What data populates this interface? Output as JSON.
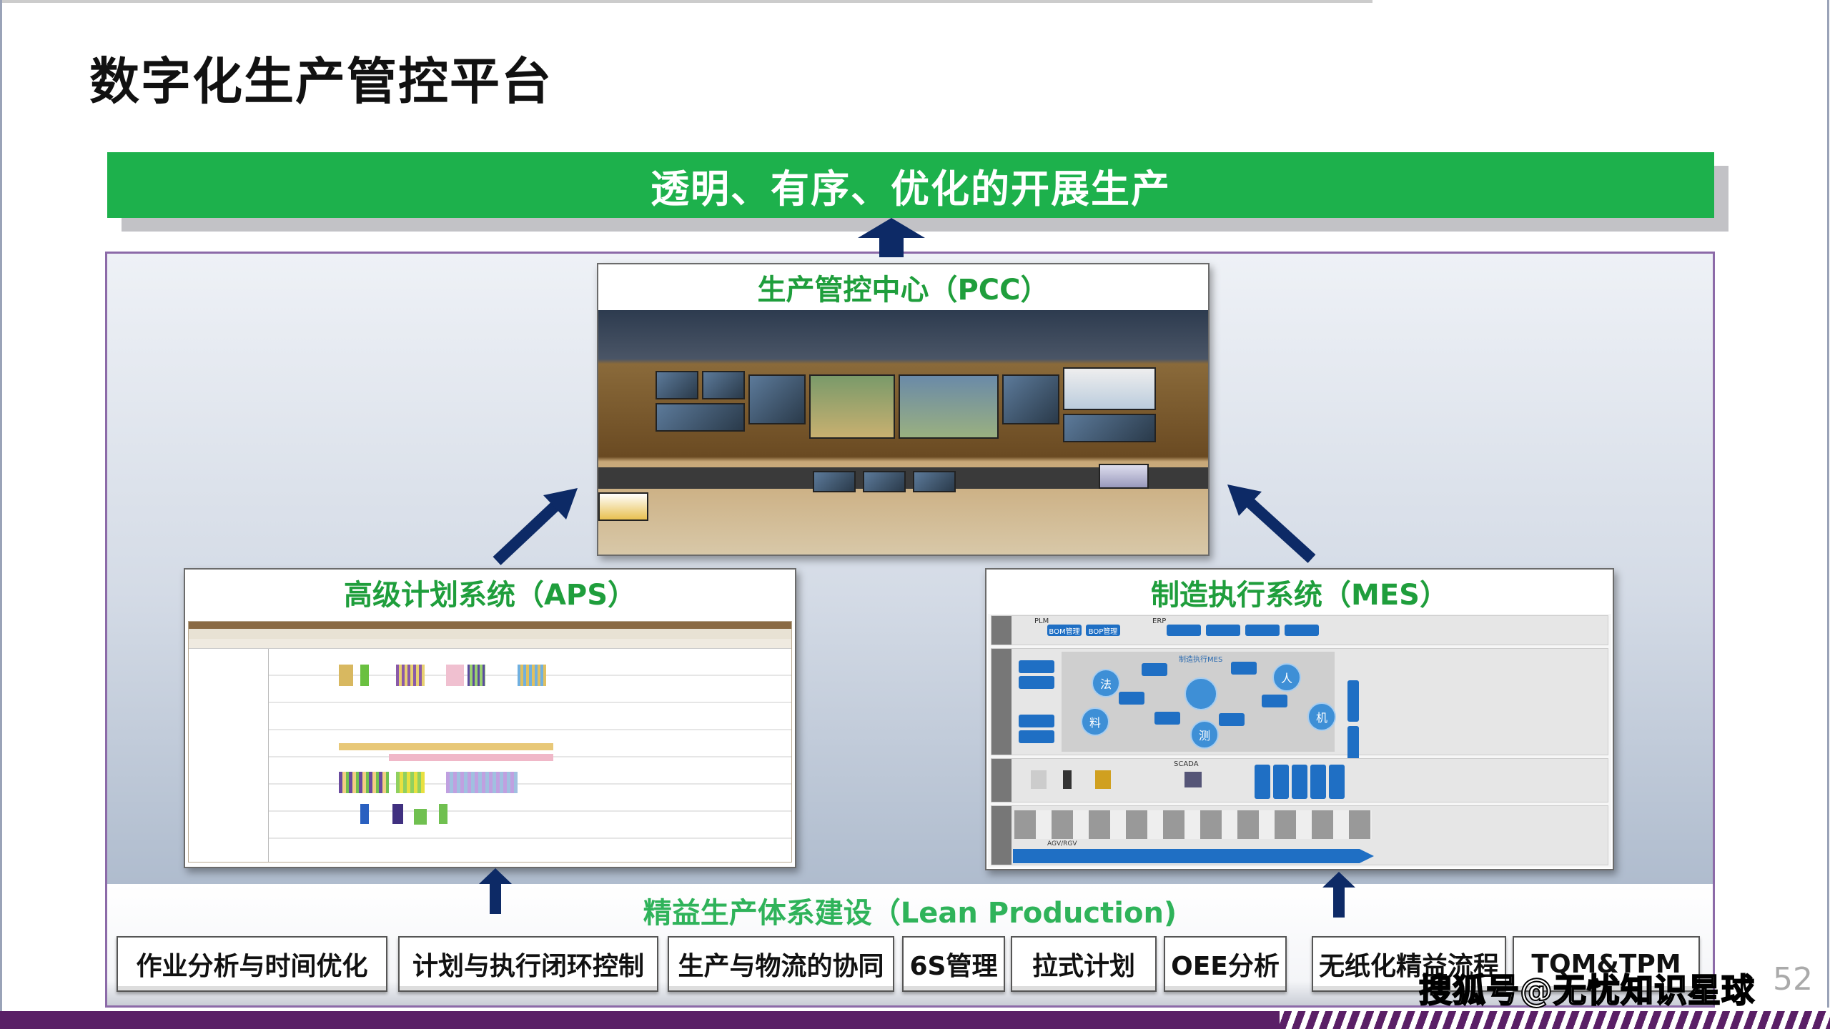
{
  "title": "数字化生产管控平台",
  "goal": "透明、有序、优化的开展生产",
  "pcc": {
    "title": "生产管控中心（PCC）"
  },
  "aps": {
    "title": "高级计划系统（APS）"
  },
  "mes": {
    "title": "制造执行系统（MES）",
    "plm": "PLM",
    "erp": "ERP",
    "bom": "BOM管理",
    "bop": "BOP管理",
    "center": "制造执行MES",
    "circles": [
      "法",
      "料",
      "人",
      "机",
      "测"
    ],
    "scada": "SCADA",
    "agv": "AGV/RGV"
  },
  "lean": "精益生产体系建设（Lean Production)",
  "foundations": [
    "作业分析与时间优化",
    "计划与执行闭环控制",
    "生产与物流的协同",
    "6S管理",
    "拉式计划",
    "OEE分析",
    "无纸化精益流程",
    "TQM&TPM"
  ],
  "page_number": "52",
  "watermark": "搜狐号@无忧知识星球",
  "colors": {
    "green": "#1db14c",
    "navy": "#0d2a66",
    "purple": "#5a1f66",
    "mes_blue": "#1f6fc4"
  }
}
